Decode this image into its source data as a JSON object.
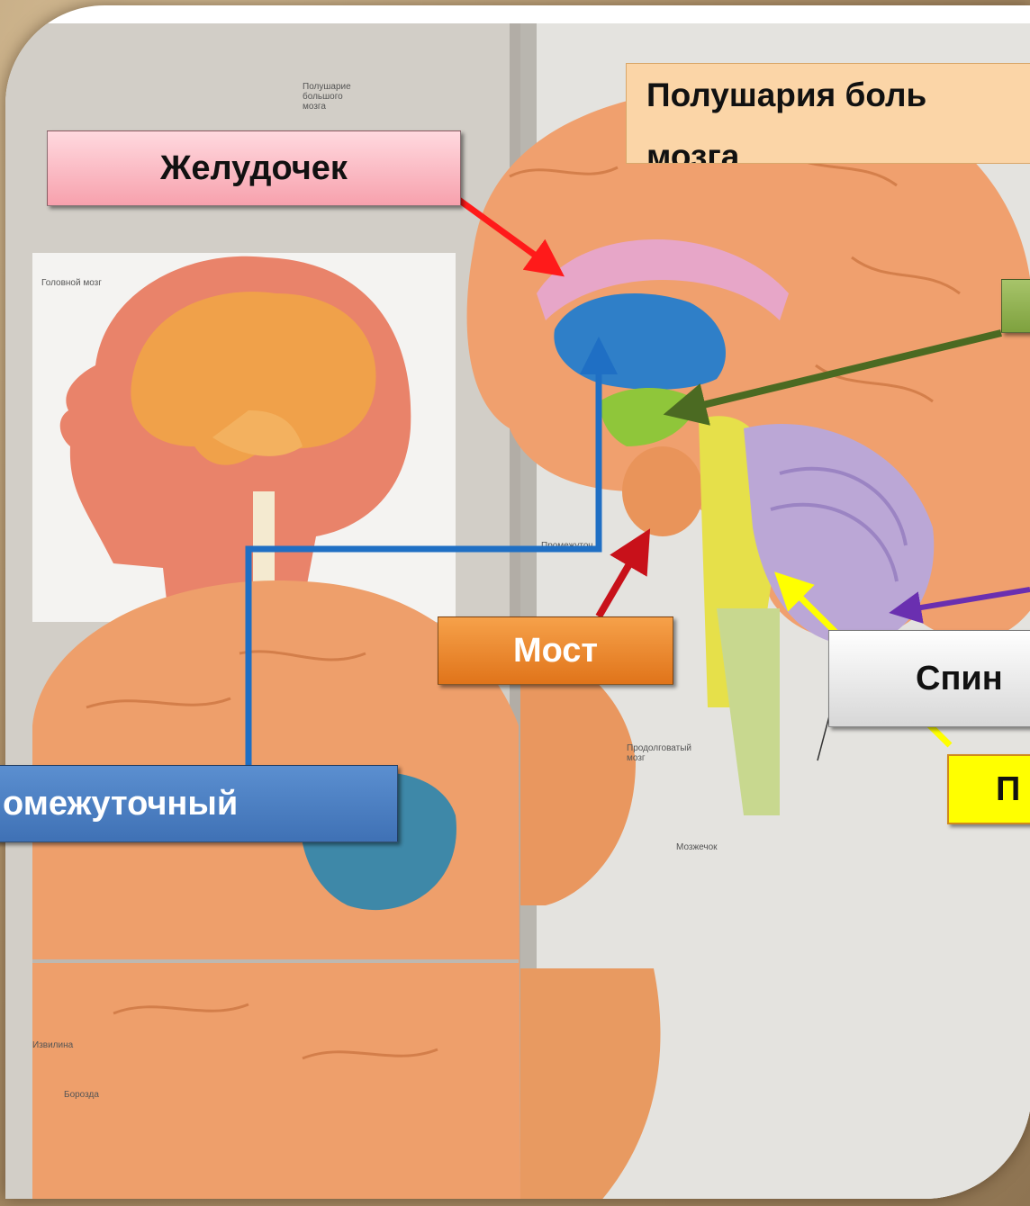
{
  "labels": {
    "ventricle": "Желудочек",
    "hemispheres_line1": "Полушария боль",
    "hemispheres_line2": "мозга",
    "bridge": "Мост",
    "diencephalon": "омежуточный",
    "yellow_partial": "П",
    "spinal": "Спин"
  },
  "small_captions": {
    "hemisphere": "Полушарие\nбольшого\nмозга",
    "head_brain": "Головной мозг",
    "intermediate": "Промежуточ",
    "medulla": "Продолговатый\nмозг",
    "cerebellum": "Мозжечок",
    "gyrus": "Извилина",
    "sulcus": "Борозда"
  },
  "colors": {
    "ventricle_arrow": "#ff1a1a",
    "diencephalon_line": "#1f6fc4",
    "bridge_arrow": "#c8111a",
    "green_arrow": "#4b6a22",
    "purple_arrow": "#6a2fb0",
    "yellow_arrow": "#ffff00"
  }
}
